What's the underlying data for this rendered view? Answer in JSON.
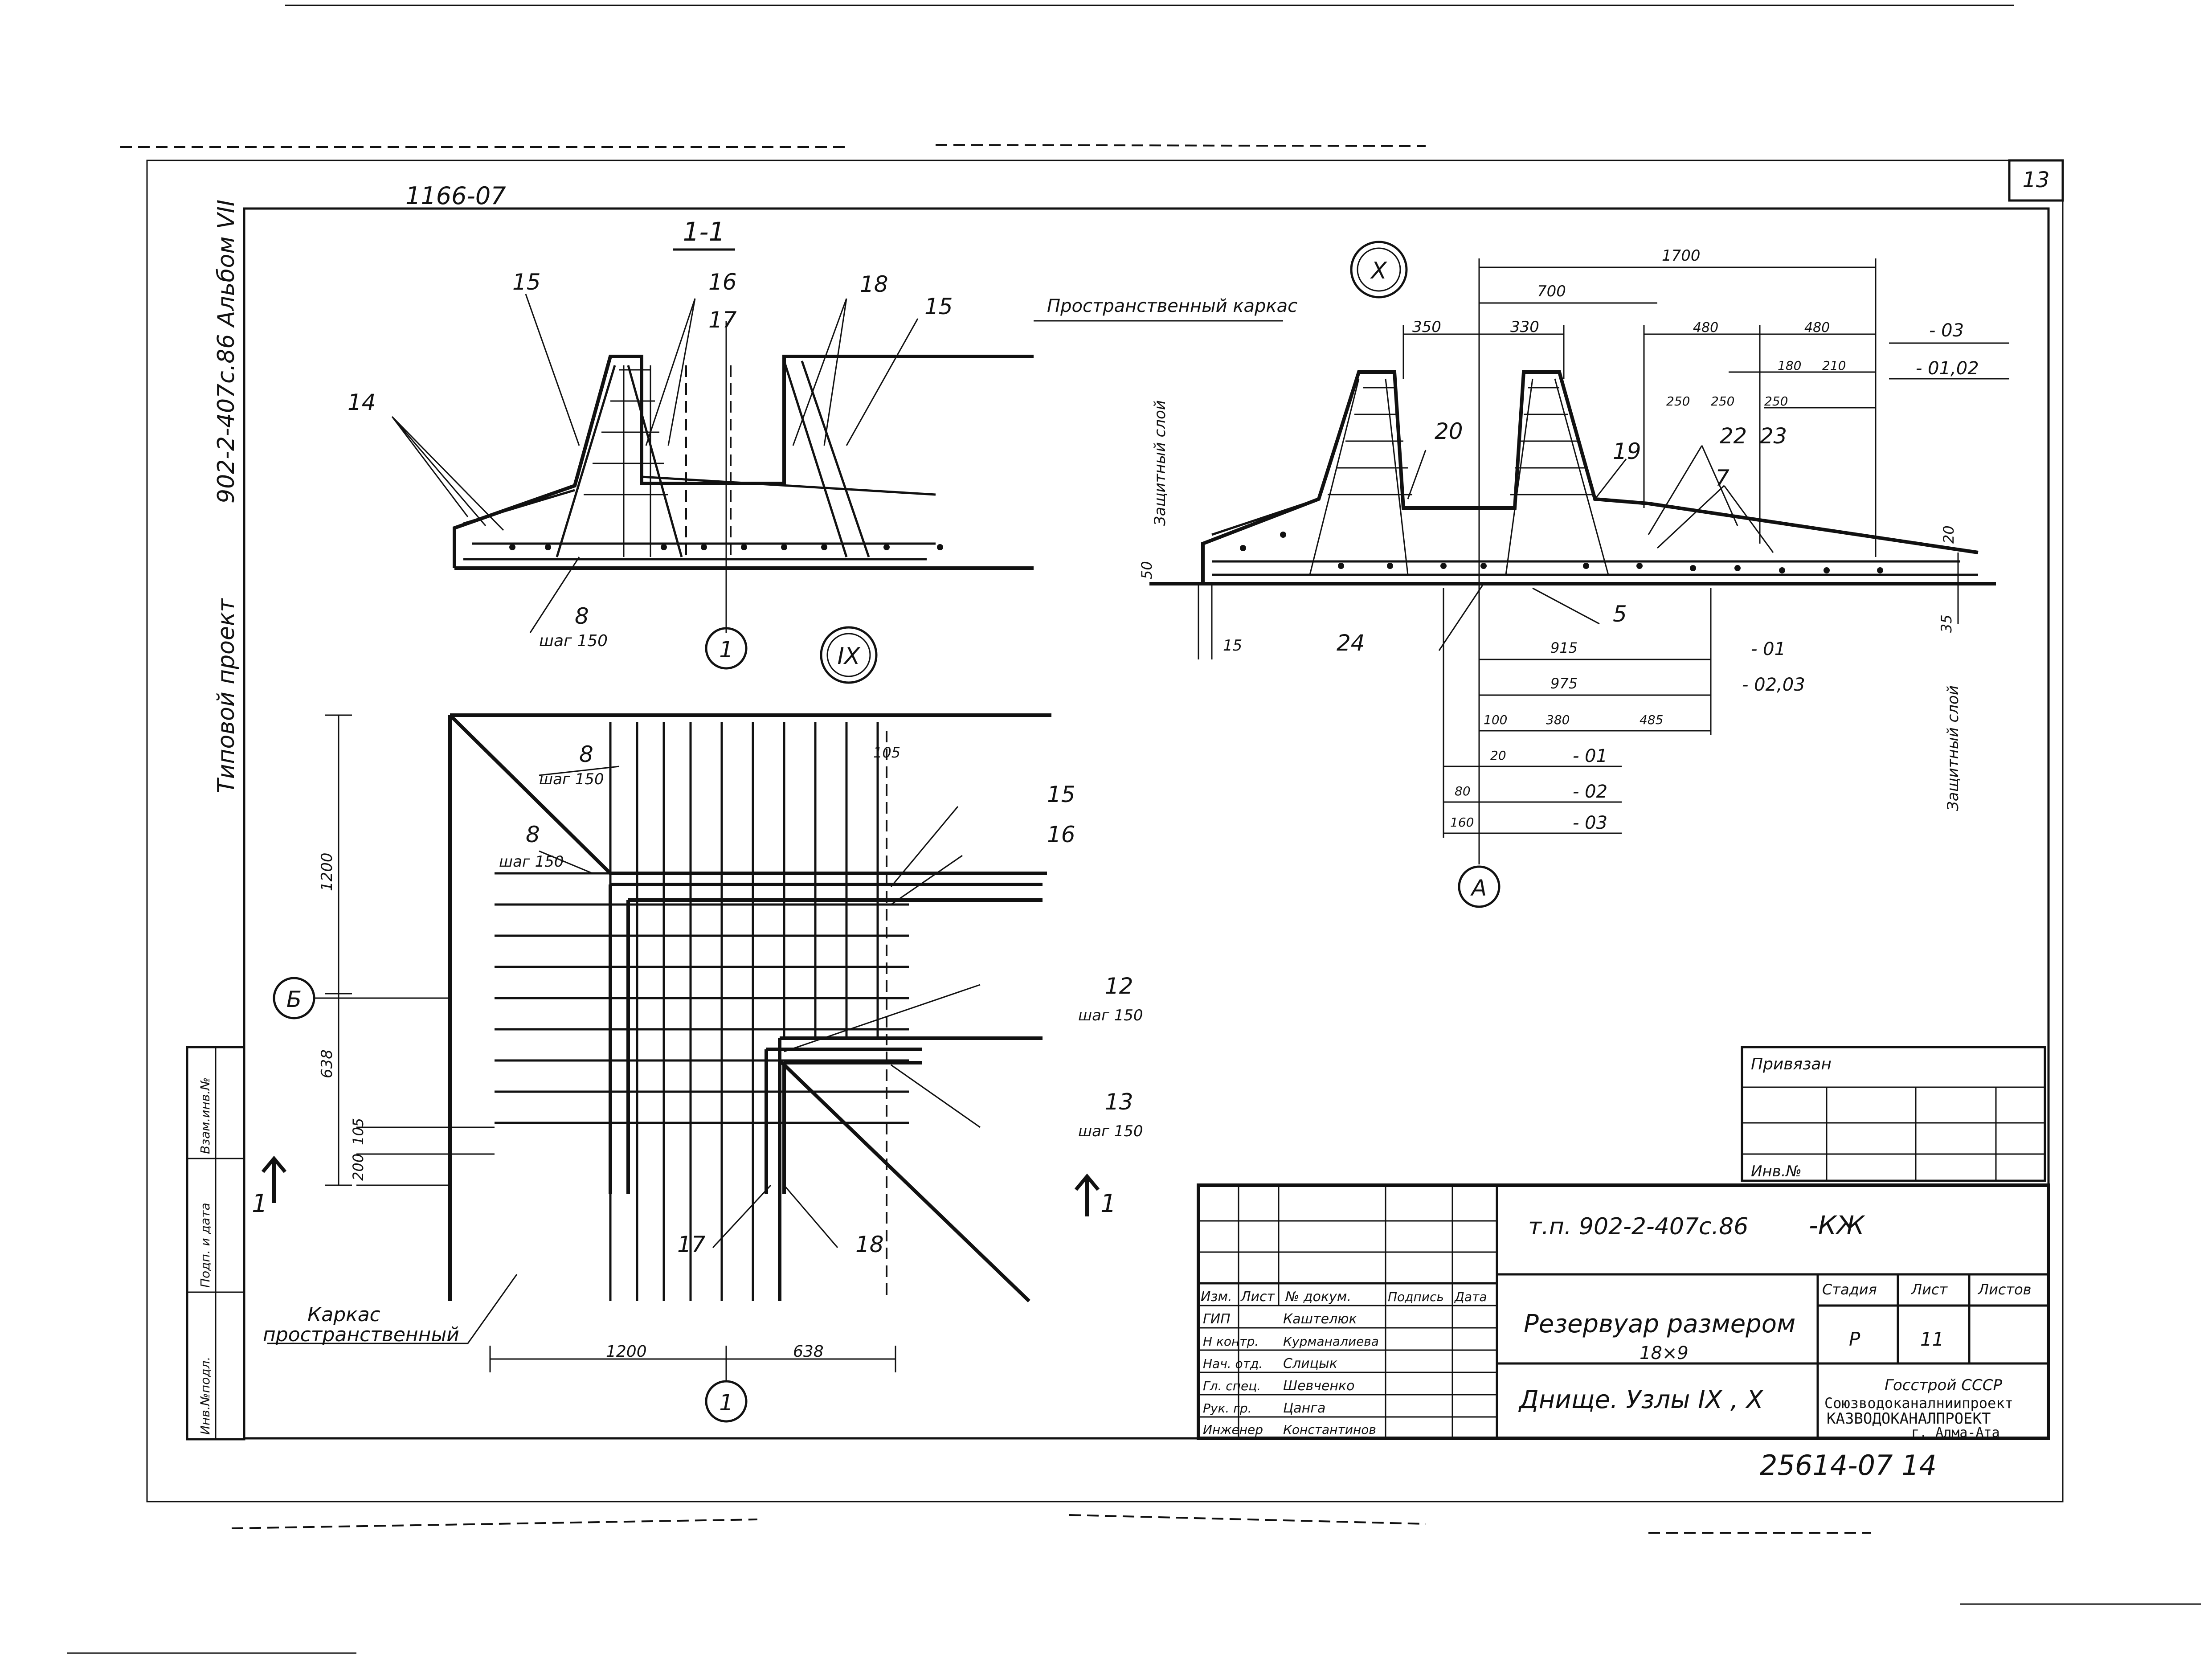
{
  "header": {
    "sheet_number": "13",
    "drawing_code": "1166-07",
    "album_label": "902-2-407с.86    Альбом VII",
    "side_title": "Типовой проект"
  },
  "section_1_1": {
    "title": "1-1",
    "label_frame": "Пространственный каркас",
    "markers": [
      "15",
      "16",
      "17",
      "18",
      "15",
      "14",
      "8"
    ],
    "step_label": "шаг 150",
    "axis": "1"
  },
  "node_IX": {
    "id": "IX",
    "markers": [
      "8",
      "8",
      "15",
      "16",
      "12",
      "13",
      "17",
      "18"
    ],
    "step_label": "шаг 150",
    "dims": [
      "1200",
      "638",
      "1200",
      "638",
      "105",
      "105",
      "200"
    ],
    "axis_bottom": "1",
    "axis_left": "Б",
    "cut_left": "1",
    "cut_right": "1",
    "frame_label_1": "Каркас",
    "frame_label_2": "пространственный"
  },
  "node_X": {
    "id": "X",
    "dims_top": [
      "1700",
      "700",
      "350",
      "330",
      "480",
      "480",
      "180",
      "210",
      "250",
      "250",
      "250"
    ],
    "levels": [
      "- 03",
      "- 01,02",
      "- 01",
      "- 02,03",
      "- 01",
      "- 02",
      "- 03"
    ],
    "dims_bottom": [
      "915",
      "975",
      "100",
      "380",
      "485",
      "20",
      "80",
      "160"
    ],
    "markers": [
      "20",
      "19",
      "22",
      "23",
      "7",
      "5",
      "24",
      "15",
      "35",
      "50",
      "20"
    ],
    "protective_layer": "Защитный слой",
    "axis": "А"
  },
  "title_block": {
    "bound_label": "Привязан",
    "inv_label": "Инв.№",
    "project_code": "т.п. 902-2-407с.86",
    "mark": "-КЖ",
    "col_headers": [
      "Изм.",
      "Лист",
      "№ докум.",
      "Подпись",
      "Дата"
    ],
    "roles": [
      {
        "role": "ГИП",
        "name": "Каштелюк"
      },
      {
        "role": "Н контр.",
        "name": "Курманалиева"
      },
      {
        "role": "Нач. отд.",
        "name": "Слицык"
      },
      {
        "role": "Гл. спец.",
        "name": "Шевченко"
      },
      {
        "role": "Рук. гр.",
        "name": "Цанга"
      },
      {
        "role": "Инженер",
        "name": "Константинов"
      }
    ],
    "object_title": "Резервуар размером",
    "object_size": "18×9",
    "sheet_title": "Днище. Узлы IX , X",
    "stage_header": "Стадия",
    "sheet_header": "Лист",
    "sheets_header": "Листов",
    "stage": "Р",
    "sheet": "11",
    "org_1": "Госстрой СССР",
    "org_2": "Союзводоканалниипроект",
    "org_3": "КАЗВОДОКАНАЛПРОЕКТ",
    "org_4": "г. Алма-Ата"
  },
  "stamp_left": [
    "Инв.№подл.",
    "Подп. и дата",
    "Взам.инв.№"
  ],
  "footer_number": "25614-07  14"
}
